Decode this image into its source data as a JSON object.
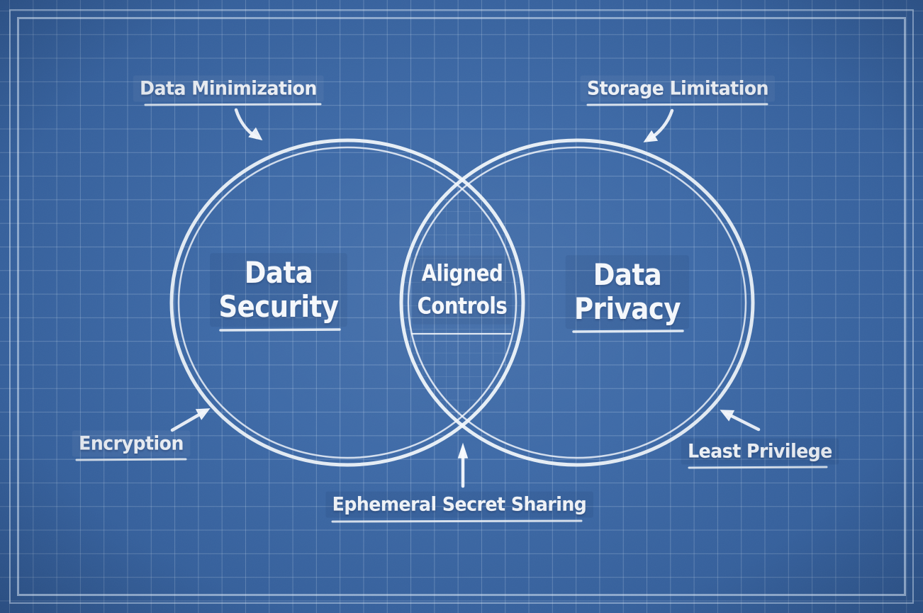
{
  "diagram": {
    "style": "blueprint-venn",
    "left_circle": {
      "title": [
        "Data",
        "Security"
      ]
    },
    "right_circle": {
      "title": [
        "Data",
        "Privacy"
      ]
    },
    "intersection": {
      "title": [
        "Aligned",
        "Controls"
      ]
    }
  },
  "annotations": [
    {
      "label": "Data Minimization",
      "position": "top-left",
      "arrow_direction": "down-right",
      "points_to": "left-circle"
    },
    {
      "label": "Storage Limitation",
      "position": "top-right",
      "arrow_direction": "down-left",
      "points_to": "right-circle"
    },
    {
      "label": "Encryption",
      "position": "bottom-left",
      "arrow_direction": "up-right",
      "points_to": "left-circle"
    },
    {
      "label": "Least Privilege",
      "position": "bottom-right",
      "arrow_direction": "up-left",
      "points_to": "right-circle"
    },
    {
      "label": "Ephemeral Secret Sharing",
      "position": "bottom-center",
      "arrow_direction": "up",
      "points_to": "intersection"
    }
  ],
  "colors": {
    "background_blue": "#3a67a5",
    "vignette_blue": "#1c3c70",
    "grid_line": "#cfe2f5",
    "ink_white": "#f4f7fb"
  }
}
